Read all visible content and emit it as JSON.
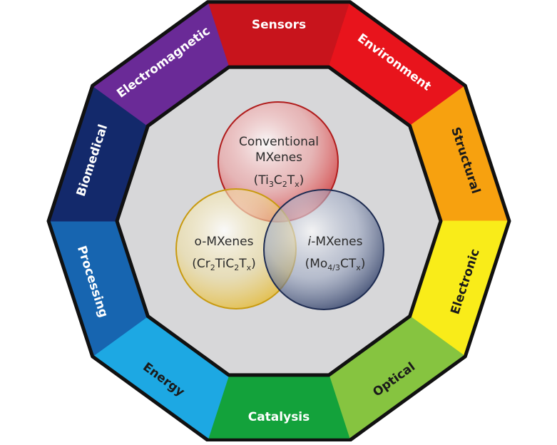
{
  "segments": [
    {
      "label": "Sensors",
      "color": "#c8141c",
      "text_color": "#ffffff"
    },
    {
      "label": "Environment",
      "color": "#e8141c",
      "text_color": "#ffffff"
    },
    {
      "label": "Structural",
      "color": "#f7a10f",
      "text_color": "#1a1a1a"
    },
    {
      "label": "Electronic",
      "color": "#f9ec19",
      "text_color": "#1a1a1a"
    },
    {
      "label": "Optical",
      "color": "#86c440",
      "text_color": "#1a1a1a"
    },
    {
      "label": "Catalysis",
      "color": "#13a23b",
      "text_color": "#ffffff"
    },
    {
      "label": "Energy",
      "color": "#1da8e3",
      "text_color": "#1a1a1a"
    },
    {
      "label": "Processing",
      "color": "#1765b0",
      "text_color": "#ffffff"
    },
    {
      "label": "Biomedical",
      "color": "#13296b",
      "text_color": "#ffffff"
    },
    {
      "label": "Electromagnetic",
      "color": "#6a2a97",
      "text_color": "#ffffff"
    }
  ],
  "colors": {
    "inner_fill": "#d7d7d9",
    "outline": "#111111",
    "circle_conventional": "#e23a3a",
    "circle_o": "#f0c020",
    "circle_i": "#2d3f6e"
  },
  "venn": {
    "conventional": {
      "line1": "Conventional",
      "line2": "MXenes",
      "formula": [
        "(Ti",
        "3",
        "C",
        "2",
        "T",
        "x",
        ")"
      ]
    },
    "o": {
      "line1": "o-MXenes",
      "formula": [
        "(Cr",
        "2",
        "TiC",
        "2",
        "T",
        "x",
        ")"
      ]
    },
    "i": {
      "prefix": "i",
      "line1": "-MXenes",
      "formula": [
        "(Mo",
        "4/3",
        "CT",
        "x",
        ")"
      ]
    }
  }
}
